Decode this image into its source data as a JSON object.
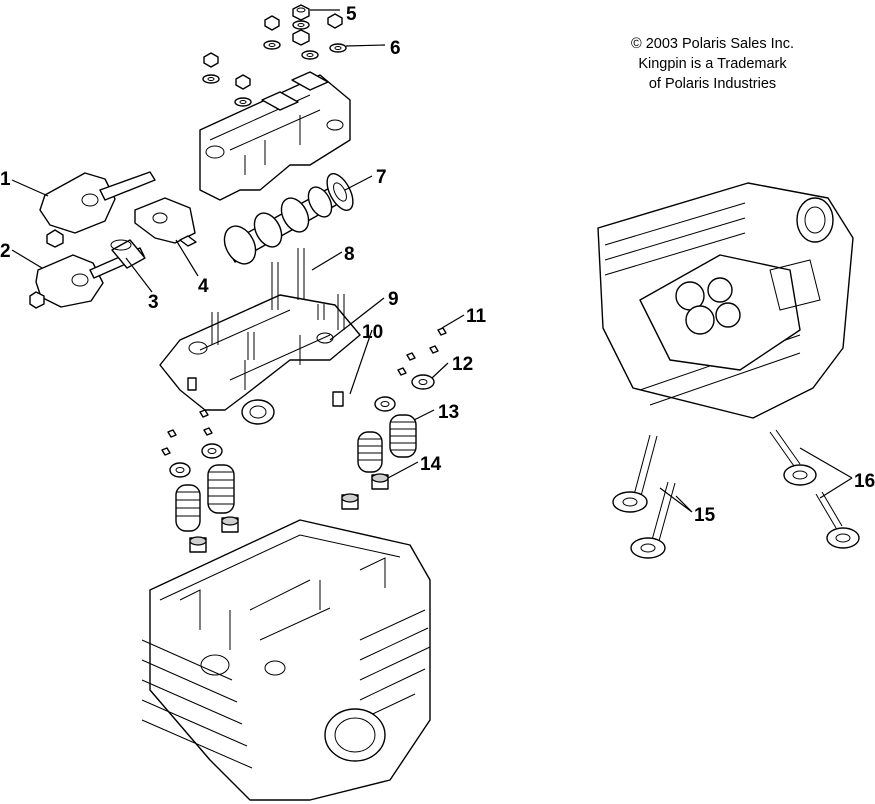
{
  "copyright": {
    "line1": "© 2003 Polaris Sales Inc.",
    "line2": "Kingpin is a Trademark",
    "line3": "of Polaris Industries"
  },
  "callouts": [
    "1",
    "2",
    "3",
    "4",
    "5",
    "6",
    "7",
    "8",
    "9",
    "10",
    "11",
    "12",
    "13",
    "14",
    "15",
    "16"
  ]
}
